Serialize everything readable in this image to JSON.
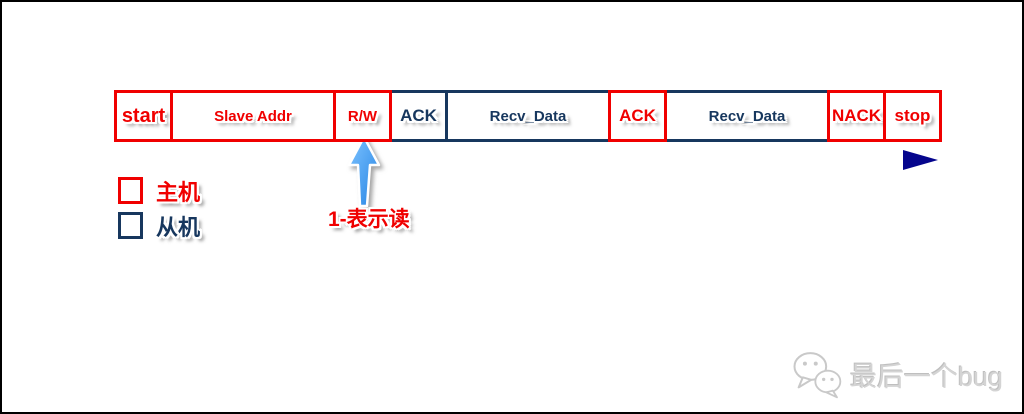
{
  "diagram": {
    "kind": "i2c-read-sequence-timing-diagram",
    "colors": {
      "master": "#f00000",
      "slave": "#17375e",
      "timeline_arrow": "#0a0a9e",
      "callout_arrow": "#3b97f5",
      "watermark_gray": "#d4d4d4",
      "background": "#ffffff",
      "frame_border": "#000000"
    }
  },
  "sequence": {
    "boxes": [
      {
        "label": "start",
        "owner": "master"
      },
      {
        "label": "Slave Addr",
        "owner": "master"
      },
      {
        "label": "R/W",
        "owner": "master"
      },
      {
        "label": "ACK",
        "owner": "slave"
      },
      {
        "label": "Recv_Data",
        "owner": "slave"
      },
      {
        "label": "ACK",
        "owner": "master"
      },
      {
        "label": "Recv_Data",
        "owner": "slave"
      },
      {
        "label": "NACK",
        "owner": "master"
      },
      {
        "label": "stop",
        "owner": "master"
      }
    ]
  },
  "legend": {
    "items": [
      {
        "label": "主机",
        "owner": "master"
      },
      {
        "label": "从机",
        "owner": "slave"
      }
    ]
  },
  "annotation": {
    "text": "1-表示读",
    "points_to": "R/W"
  },
  "watermark": {
    "icon": "wechat-icon",
    "text": "最后一个bug"
  }
}
